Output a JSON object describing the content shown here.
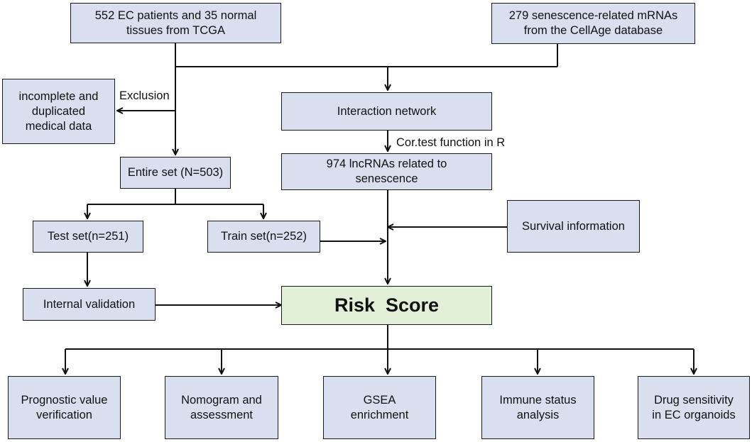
{
  "colors": {
    "box_fill": "#dadff0",
    "risk_fill": "#e3f0d8",
    "line": "#111111"
  },
  "boxes": {
    "ec_patients": "552 EC patients and 35 normal\ntissues from TCGA",
    "senescence_mrnas": "279 senescence-related mRNAs\nfrom the CellAge database",
    "excluded_data": "incomplete and\nduplicated\nmedical data",
    "interaction_network": "Interaction network",
    "lncrnas": "974 lncRNAs related to\nsenescence",
    "entire_set": "Entire set (N=503)",
    "test_set": "Test set(n=251)",
    "train_set": "Train set(n=252)",
    "survival_info": "Survival information",
    "internal_validation": "Internal validation",
    "risk_score": "Risk  Score",
    "prognostic": "Prognostic value\nverification",
    "nomogram": "Nomogram and\nassessment",
    "gsea": "GSEA\nenrichment",
    "immune": "Immune status\nanalysis",
    "drug": "Drug sensitivity\nin EC organoids"
  },
  "labels": {
    "exclusion": "Exclusion",
    "cor_test": "Cor.test function in R"
  }
}
